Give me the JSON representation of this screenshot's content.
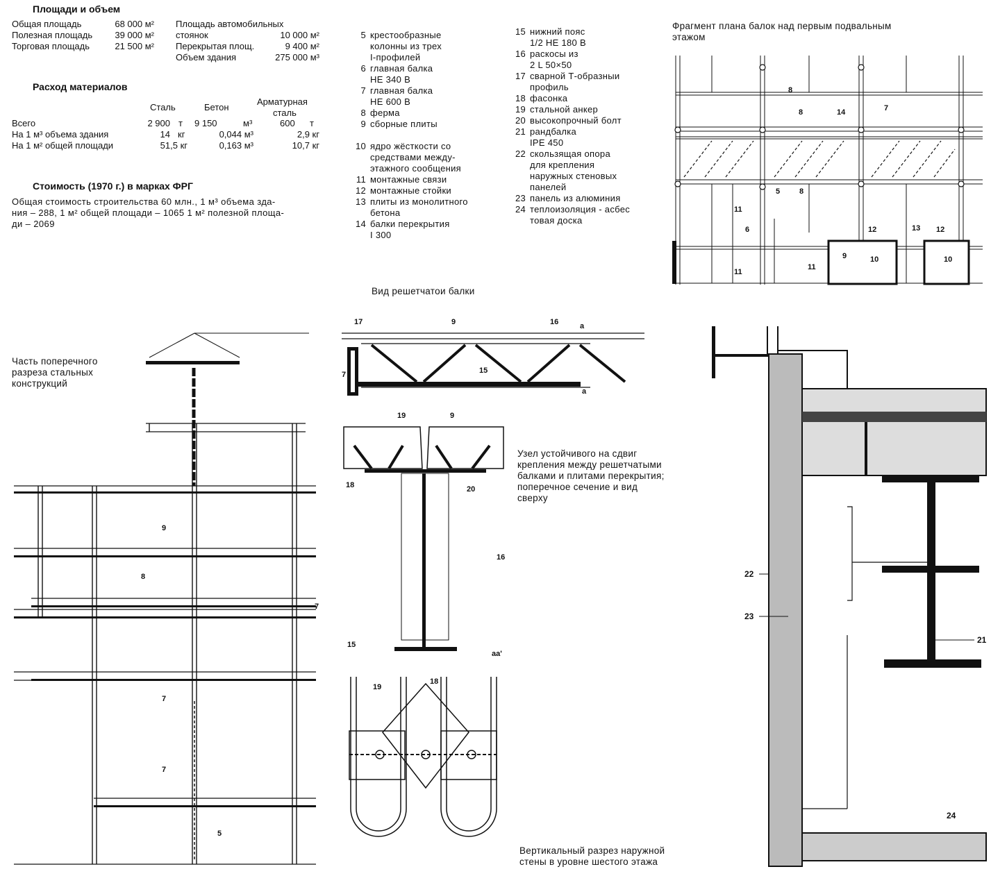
{
  "areas": {
    "title": "Площади и объем",
    "left": [
      {
        "label": "Общая площадь",
        "value": "68 000 м²"
      },
      {
        "label": "Полезная площадь",
        "value": "39 000 м²"
      },
      {
        "label": "Торговая площадь",
        "value": "21 500 м²"
      }
    ],
    "right_label_1a": "Площадь автомобильных",
    "right_label_1b": "стоянок",
    "right_value_1": "10 000 м²",
    "right_label_2": "Перекрытая площ.",
    "right_value_2": "9 400 м²",
    "right_label_3": "Объем здания",
    "right_value_3": "275 000 м³"
  },
  "materials": {
    "title": "Расход материалов",
    "col_steel": "Сталь",
    "col_concrete": "Бетон",
    "col_rebar_1": "Арматурная",
    "col_rebar_2": "сталь",
    "rows": [
      {
        "label": "Всего",
        "steel": "2 900",
        "steel_unit": "т",
        "concrete": "9 150",
        "concrete_unit": "м³",
        "rebar": "600",
        "rebar_unit": "т"
      },
      {
        "label": "На 1 м³ объема здания",
        "steel": "14",
        "steel_unit": "кг",
        "concrete": "0,044 м³",
        "concrete_unit": "",
        "rebar": "2,9 кг",
        "rebar_unit": ""
      },
      {
        "label": "На 1 м² общей площади",
        "steel": "51,5 кг",
        "steel_unit": "",
        "concrete": "0,163 м³",
        "concrete_unit": "",
        "rebar": "10,7 кг",
        "rebar_unit": ""
      }
    ]
  },
  "cost": {
    "title": "Стоимость (1970 г.) в марках ФРГ",
    "line1": "Общая стоимость строительства 60 млн., 1 м³ объема зда-",
    "line2": "ния – 288, 1 м² общей площади – 1065  1 м² полезной площа-",
    "line3": "ди – 2069"
  },
  "legend_col1": [
    {
      "n": "5",
      "lines": [
        "крестообразные",
        "колонны из трех",
        "I-профилей"
      ]
    },
    {
      "n": "6",
      "lines": [
        "главная балка",
        "HE 340 B"
      ]
    },
    {
      "n": "7",
      "lines": [
        "главная балка",
        "HE 600 B"
      ]
    },
    {
      "n": "8",
      "lines": [
        "ферма"
      ]
    },
    {
      "n": "9",
      "lines": [
        "сборные плиты"
      ]
    },
    {
      "n": "10",
      "lines": [
        "ядро жёсткости со",
        "средствами между-",
        "этажного сообщения"
      ]
    },
    {
      "n": "11",
      "lines": [
        "монтажные связи"
      ]
    },
    {
      "n": "12",
      "lines": [
        "монтажные стойки"
      ]
    },
    {
      "n": "13",
      "lines": [
        "плиты из монолитного",
        "бетона"
      ]
    },
    {
      "n": "14",
      "lines": [
        "балки перекрытия",
        "I 300"
      ]
    }
  ],
  "legend_col2": [
    {
      "n": "15",
      "lines": [
        "нижний пояс",
        "1/2 HE 180 B"
      ]
    },
    {
      "n": "16",
      "lines": [
        "раскосы из",
        "2 L 50×50"
      ]
    },
    {
      "n": "17",
      "lines": [
        "сварной Т-образныи",
        "профиль"
      ]
    },
    {
      "n": "18",
      "lines": [
        "фасонка"
      ]
    },
    {
      "n": "19",
      "lines": [
        "стальной анкер"
      ]
    },
    {
      "n": "20",
      "lines": [
        "высокопрочный болт"
      ]
    },
    {
      "n": "21",
      "lines": [
        "рандбалка",
        "IPE 450"
      ]
    },
    {
      "n": "22",
      "lines": [
        "скользящая опора",
        "для крепления",
        "наружных стеновых",
        "панелей"
      ]
    },
    {
      "n": "23",
      "lines": [
        "панель из алюминия"
      ]
    },
    {
      "n": "24",
      "lines": [
        "теплоизоляция - асбес",
        "товая доска"
      ]
    }
  ],
  "captions": {
    "plan_1": "Фрагмент плана балок над первым подвальным",
    "plan_2": "этажом",
    "truss_view": "Вид решетчатои балки",
    "section_1": "Часть поперечного",
    "section_2": "разреза стальных",
    "section_3": "конструкций",
    "node_1": "Узел устойчивого на сдвиг",
    "node_2": "крепления между решетчатыми",
    "node_3": "балками и плитами перекрытия;",
    "node_4": "поперечное сечение и вид",
    "node_5": "сверху",
    "wall_1": "Вертикальный разрез наружной",
    "wall_2": "стены в уровне шестого этажа"
  },
  "marks": {
    "plan": [
      "8",
      "8",
      "14",
      "7",
      "5",
      "8",
      "11",
      "6",
      "12",
      "13",
      "12",
      "9",
      "10",
      "11",
      "11",
      "10"
    ],
    "truss": [
      "17",
      "9",
      "16",
      "a",
      "7",
      "15",
      "a"
    ],
    "node": [
      "19",
      "9",
      "18",
      "20",
      "16",
      "15",
      "aa'"
    ],
    "section": [
      "9",
      "8",
      "7",
      "7",
      "7",
      "5"
    ],
    "plan_view": [
      "18",
      "19"
    ],
    "wall": [
      "22",
      "23",
      "21",
      "24"
    ]
  }
}
